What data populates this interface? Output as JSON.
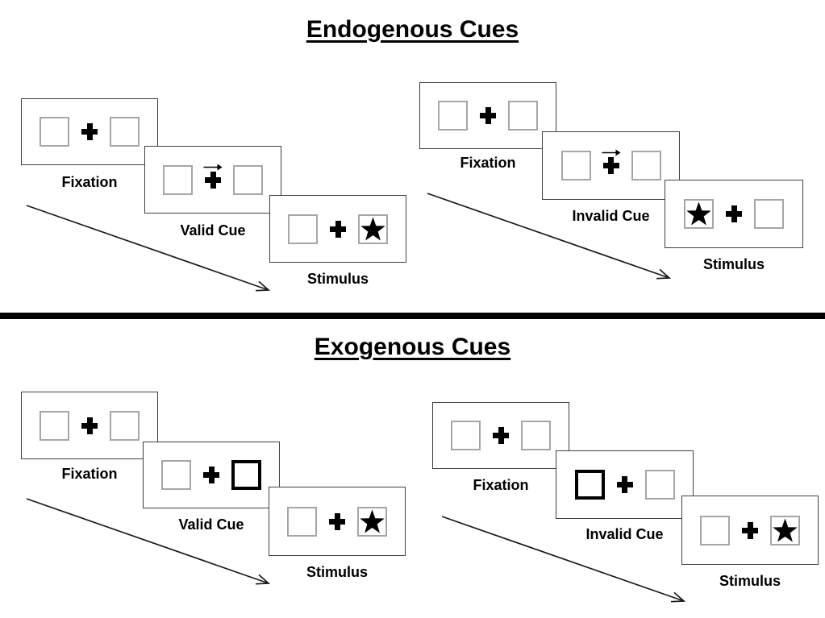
{
  "colors": {
    "background": "#ffffff",
    "ink": "#000000",
    "card_border": "#3f3f3f",
    "placeholder_box_border": "#a6a6a6",
    "cue_highlight_border": "#000000",
    "divider": "#000000"
  },
  "icons": {
    "fixation_cross": "heavy-plus-shape",
    "cue_direction_arrow": "small-right-arrow",
    "target": "filled-five-point-star",
    "time_flow": "thin-diagonal-arrow-down-right"
  },
  "sections": [
    {
      "title": "Endogenous Cues",
      "panels": [
        {
          "condition": "valid",
          "steps": [
            {
              "label": "Fixation",
              "left_box": "empty",
              "center": "fixation-cross",
              "right_box": "empty"
            },
            {
              "label": "Valid Cue",
              "left_box": "empty",
              "center": "fixation-cross",
              "cue": "central-arrow-pointing-right",
              "right_box": "empty"
            },
            {
              "label": "Stimulus",
              "left_box": "empty",
              "center": "fixation-cross",
              "right_box": "star"
            }
          ]
        },
        {
          "condition": "invalid",
          "steps": [
            {
              "label": "Fixation",
              "left_box": "empty",
              "center": "fixation-cross",
              "right_box": "empty"
            },
            {
              "label": "Invalid Cue",
              "left_box": "empty",
              "center": "fixation-cross",
              "cue": "central-arrow-pointing-right",
              "right_box": "empty"
            },
            {
              "label": "Stimulus",
              "left_box": "star",
              "center": "fixation-cross",
              "right_box": "empty"
            }
          ]
        }
      ]
    },
    {
      "title": "Exogenous Cues",
      "panels": [
        {
          "condition": "valid",
          "steps": [
            {
              "label": "Fixation",
              "left_box": "empty",
              "center": "fixation-cross",
              "right_box": "empty"
            },
            {
              "label": "Valid Cue",
              "left_box": "empty",
              "center": "fixation-cross",
              "cue": "right-box-bold-highlight",
              "right_box": "bold"
            },
            {
              "label": "Stimulus",
              "left_box": "empty",
              "center": "fixation-cross",
              "right_box": "star"
            }
          ]
        },
        {
          "condition": "invalid",
          "steps": [
            {
              "label": "Fixation",
              "left_box": "empty",
              "center": "fixation-cross",
              "right_box": "empty"
            },
            {
              "label": "Invalid Cue",
              "left_box": "bold",
              "center": "fixation-cross",
              "cue": "left-box-bold-highlight",
              "right_box": "empty"
            },
            {
              "label": "Stimulus",
              "left_box": "empty",
              "center": "fixation-cross",
              "right_box": "star"
            }
          ]
        }
      ]
    }
  ]
}
